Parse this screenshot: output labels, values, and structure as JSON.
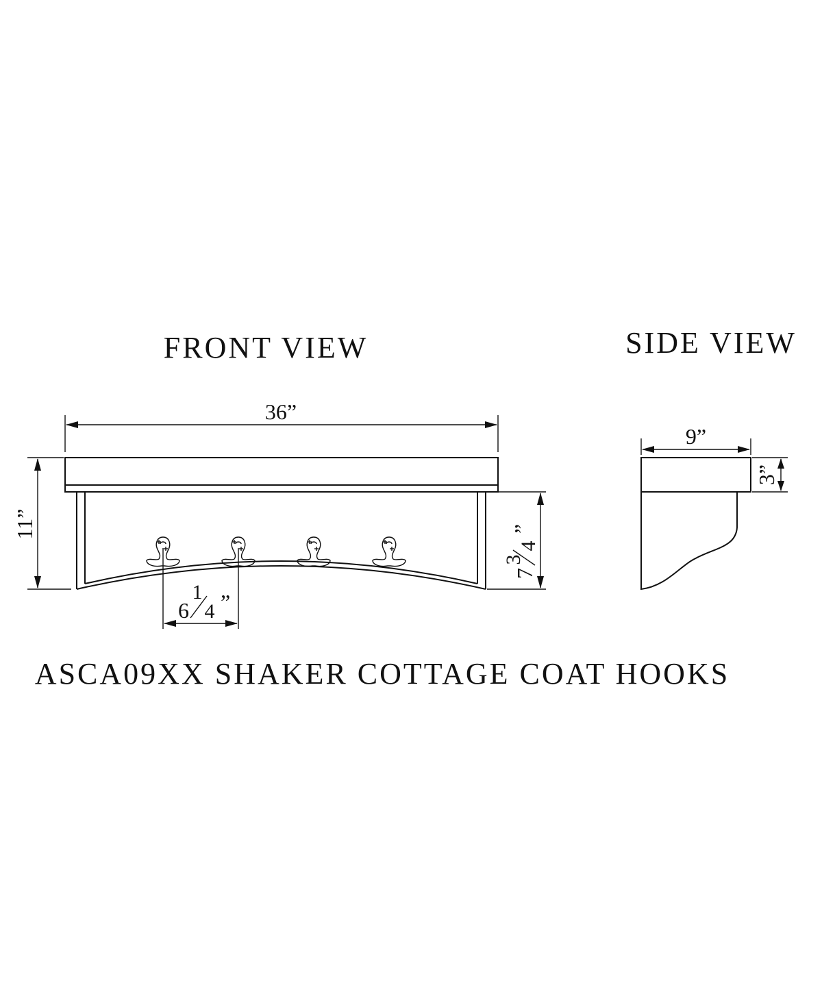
{
  "views": {
    "front": {
      "title": "FRONT VIEW",
      "width_label": "36”",
      "height_label": "11”",
      "apron_height": {
        "whole": "7",
        "num": "3",
        "den": "4",
        "unit": "”"
      },
      "hook_spacing": {
        "whole": "6",
        "num": "1",
        "den": "4",
        "unit": "”"
      },
      "hook_count": 4
    },
    "side": {
      "title": "SIDE VIEW",
      "depth_label": "9”",
      "top_thickness_label": "3”"
    }
  },
  "caption": "ASCA09XX SHAKER COTTAGE COAT HOOKS",
  "colors": {
    "ink": "#111111",
    "paper": "#ffffff"
  }
}
